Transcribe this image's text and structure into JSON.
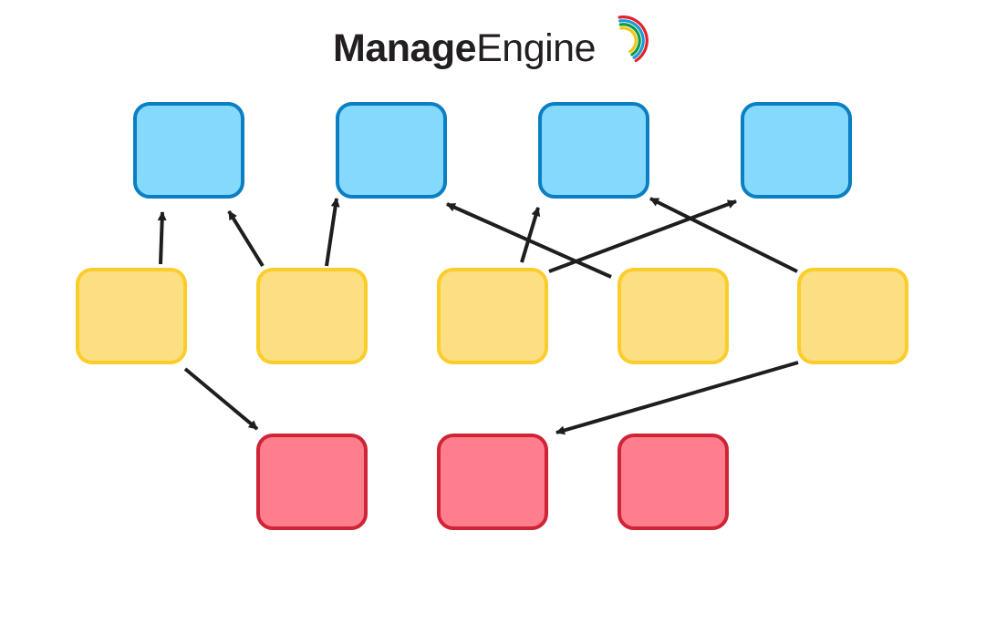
{
  "logo": {
    "text_bold": "Manage",
    "text_regular": "Engine",
    "text_color": "#231f20",
    "arc_colors": [
      "#e2232a",
      "#1b9bd7",
      "#0a9a48",
      "#f6c513"
    ]
  },
  "colors": {
    "top_fill": "#85d9fc",
    "top_stroke": "#0b7fc1",
    "middle_fill": "#fcde83",
    "middle_stroke": "#fbcd29",
    "bottom_fill": "#fe7e8d",
    "bottom_stroke": "#cf2336",
    "arrow": "#1e1e1e"
  },
  "nodes": {
    "top": [
      "top-1",
      "top-2",
      "top-3",
      "top-4"
    ],
    "middle": [
      "mid-1",
      "mid-2",
      "mid-3",
      "mid-4",
      "mid-5"
    ],
    "bottom": [
      "bottom-1",
      "bottom-2",
      "bottom-3"
    ]
  },
  "edges": [
    {
      "from": "mid-1",
      "to": "top-1"
    },
    {
      "from": "mid-2",
      "to": "top-1"
    },
    {
      "from": "mid-2",
      "to": "top-2"
    },
    {
      "from": "mid-4",
      "to": "top-2"
    },
    {
      "from": "mid-3",
      "to": "top-3"
    },
    {
      "from": "mid-3",
      "to": "top-4"
    },
    {
      "from": "mid-5",
      "to": "top-3"
    },
    {
      "from": "mid-1",
      "to": "bottom-1"
    },
    {
      "from": "mid-5",
      "to": "bottom-2"
    }
  ]
}
